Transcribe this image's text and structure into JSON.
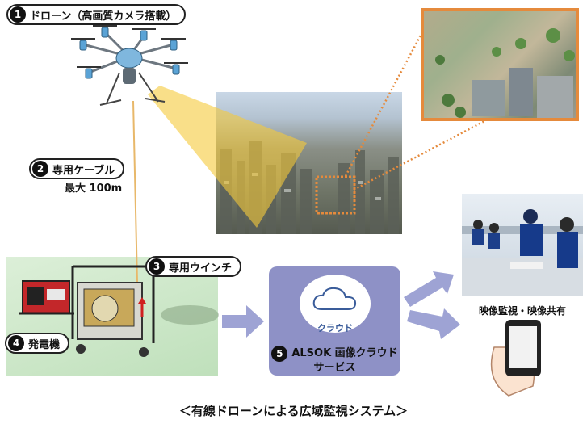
{
  "labels": {
    "drone": {
      "num": "1",
      "text": "ドローン（高画質カメラ搭載）"
    },
    "cable": {
      "num": "2",
      "text": "専用ケーブル",
      "sub": "最大 100m"
    },
    "winch": {
      "num": "3",
      "text": "専用ウインチ"
    },
    "generator": {
      "num": "4",
      "text": "発電機"
    },
    "cloud_service": {
      "num": "5",
      "line1": "ALSOK 画像クラウド",
      "line2": "サービス",
      "icon_label": "クラウド"
    }
  },
  "monitor_label": "映像監視・映像共有",
  "caption": "＜有線ドローンによる広域監視システム＞",
  "colors": {
    "cloud_box": "#8e91c6",
    "arrow": "#9ea3d4",
    "camera_cone": "#f5c93a",
    "cable": "#e8b86a",
    "aerial_frame": "#e58a3c"
  },
  "icons": [
    "drone-icon",
    "generator-icon",
    "winch-icon",
    "cloud-icon",
    "smartphone-icon",
    "hand-icon"
  ]
}
